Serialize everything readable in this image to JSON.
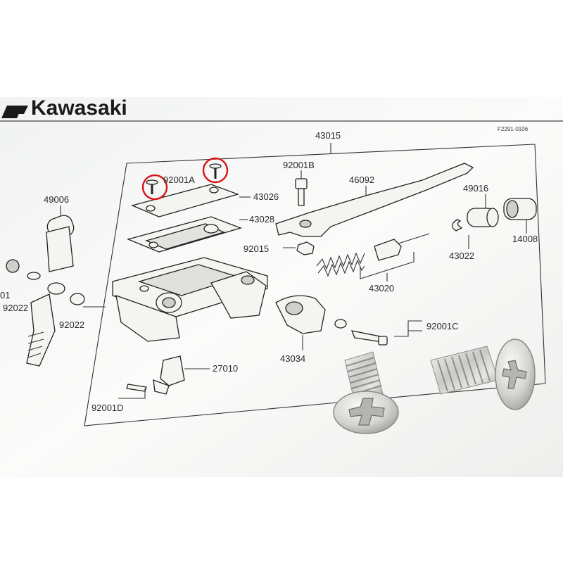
{
  "diagram": {
    "brand": "Kawasaki",
    "code": "F2291-0106",
    "parts": {
      "p43015": "43015",
      "p92001B": "92001B",
      "p46092": "46092",
      "p49016": "49016",
      "p92001A": "92001A",
      "p43026": "43026",
      "p43028": "43028",
      "p49006": "49006",
      "p92015": "92015",
      "p43022": "43022",
      "p14008": "14008",
      "p92022a": "92022",
      "p92022b": "92022",
      "p92001left": "01",
      "p43020": "43020",
      "p92001C": "92001C",
      "p43034": "43034",
      "p27010": "27010",
      "p92001D": "92001D"
    },
    "highlight_color": "#d9141a"
  }
}
